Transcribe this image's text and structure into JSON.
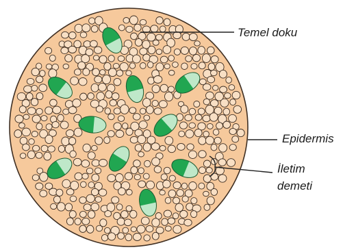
{
  "labels": {
    "temel_doku": "Temel doku",
    "epidermis": "Epidermis",
    "iletim_line1": "İletim",
    "iletim_line2": "demeti"
  },
  "colors": {
    "tissue_fill": "#f6c99c",
    "outline": "#3f2f23",
    "cell_fill": "#f8dfc4",
    "bundle_dark": "#21a651",
    "bundle_light": "#bfe8c9"
  }
}
